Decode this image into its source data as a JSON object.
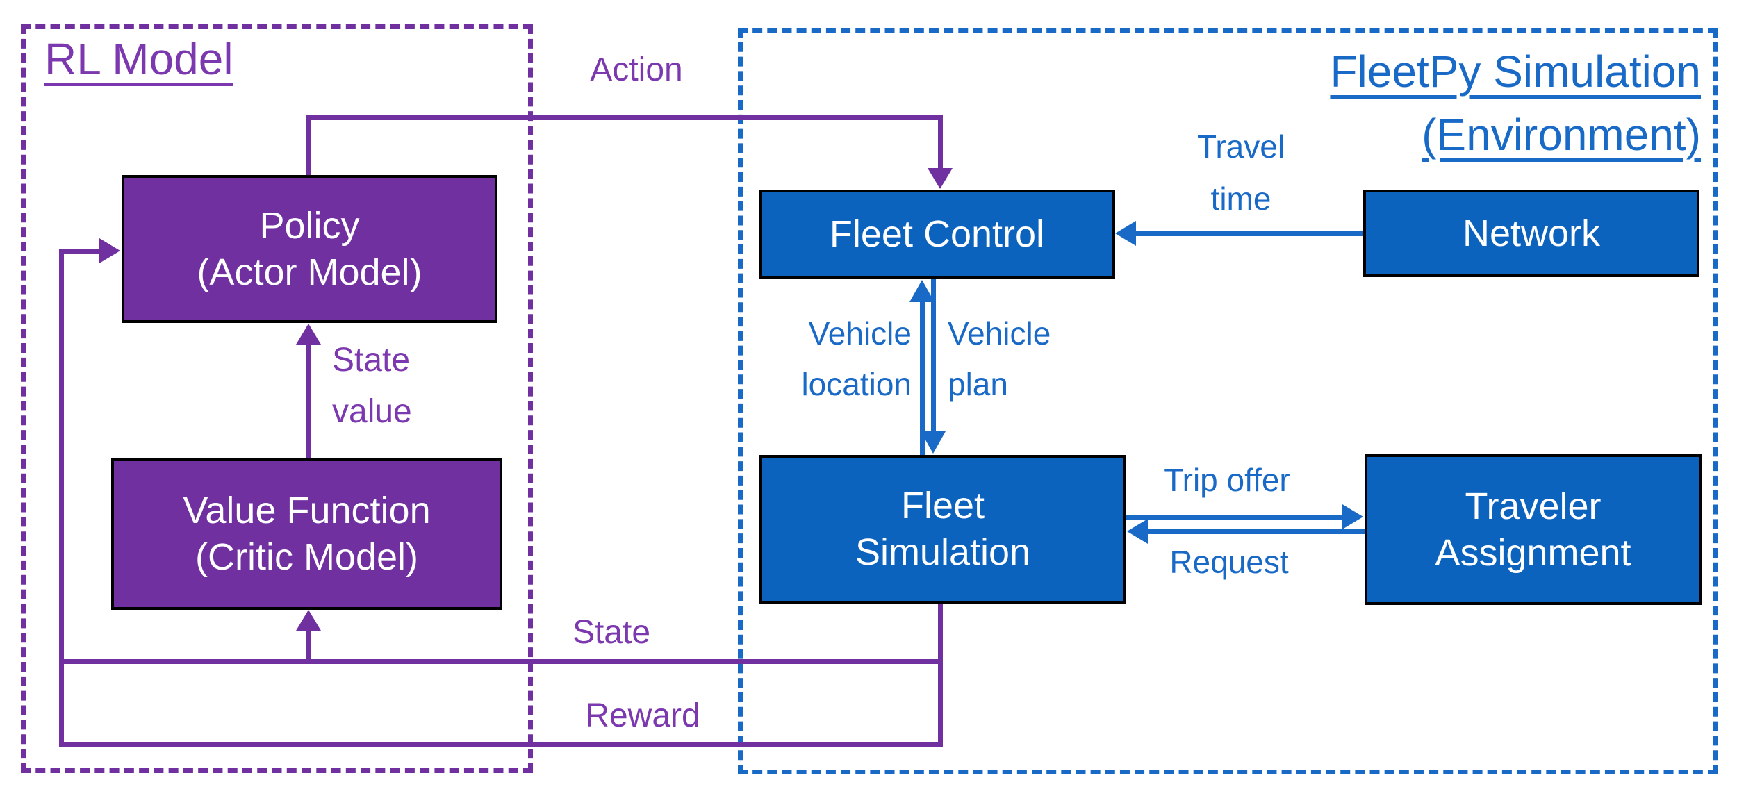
{
  "diagram": {
    "rl_model": {
      "title": "RL Model",
      "policy_line1": "Policy",
      "policy_line2": "(Actor Model)",
      "value_function_line1": "Value Function",
      "value_function_line2": "(Critic Model)"
    },
    "fleetpy": {
      "title_line1": "FleetPy Simulation",
      "title_line2": "(Environment)",
      "fleet_control": "Fleet Control",
      "network": "Network",
      "fleet_sim_line1": "Fleet",
      "fleet_sim_line2": "Simulation",
      "traveler_line1": "Traveler",
      "traveler_line2": "Assignment"
    },
    "labels": {
      "action": "Action",
      "state_value_line1": "State",
      "state_value_line2": "value",
      "state": "State",
      "reward": "Reward",
      "travel_time_line1": "Travel",
      "travel_time_line2": "time",
      "vehicle_location_line1": "Vehicle",
      "vehicle_location_line2": "location",
      "vehicle_plan_line1": "Vehicle",
      "vehicle_plan_line2": "plan",
      "trip_offer": "Trip offer",
      "request": "Request"
    },
    "colors": {
      "purple": "#7030A0",
      "purple-text": "#7C38AE",
      "blue-fill": "#0C63BE",
      "blue-accent": "#1969C7",
      "box-border": "#000000"
    }
  }
}
